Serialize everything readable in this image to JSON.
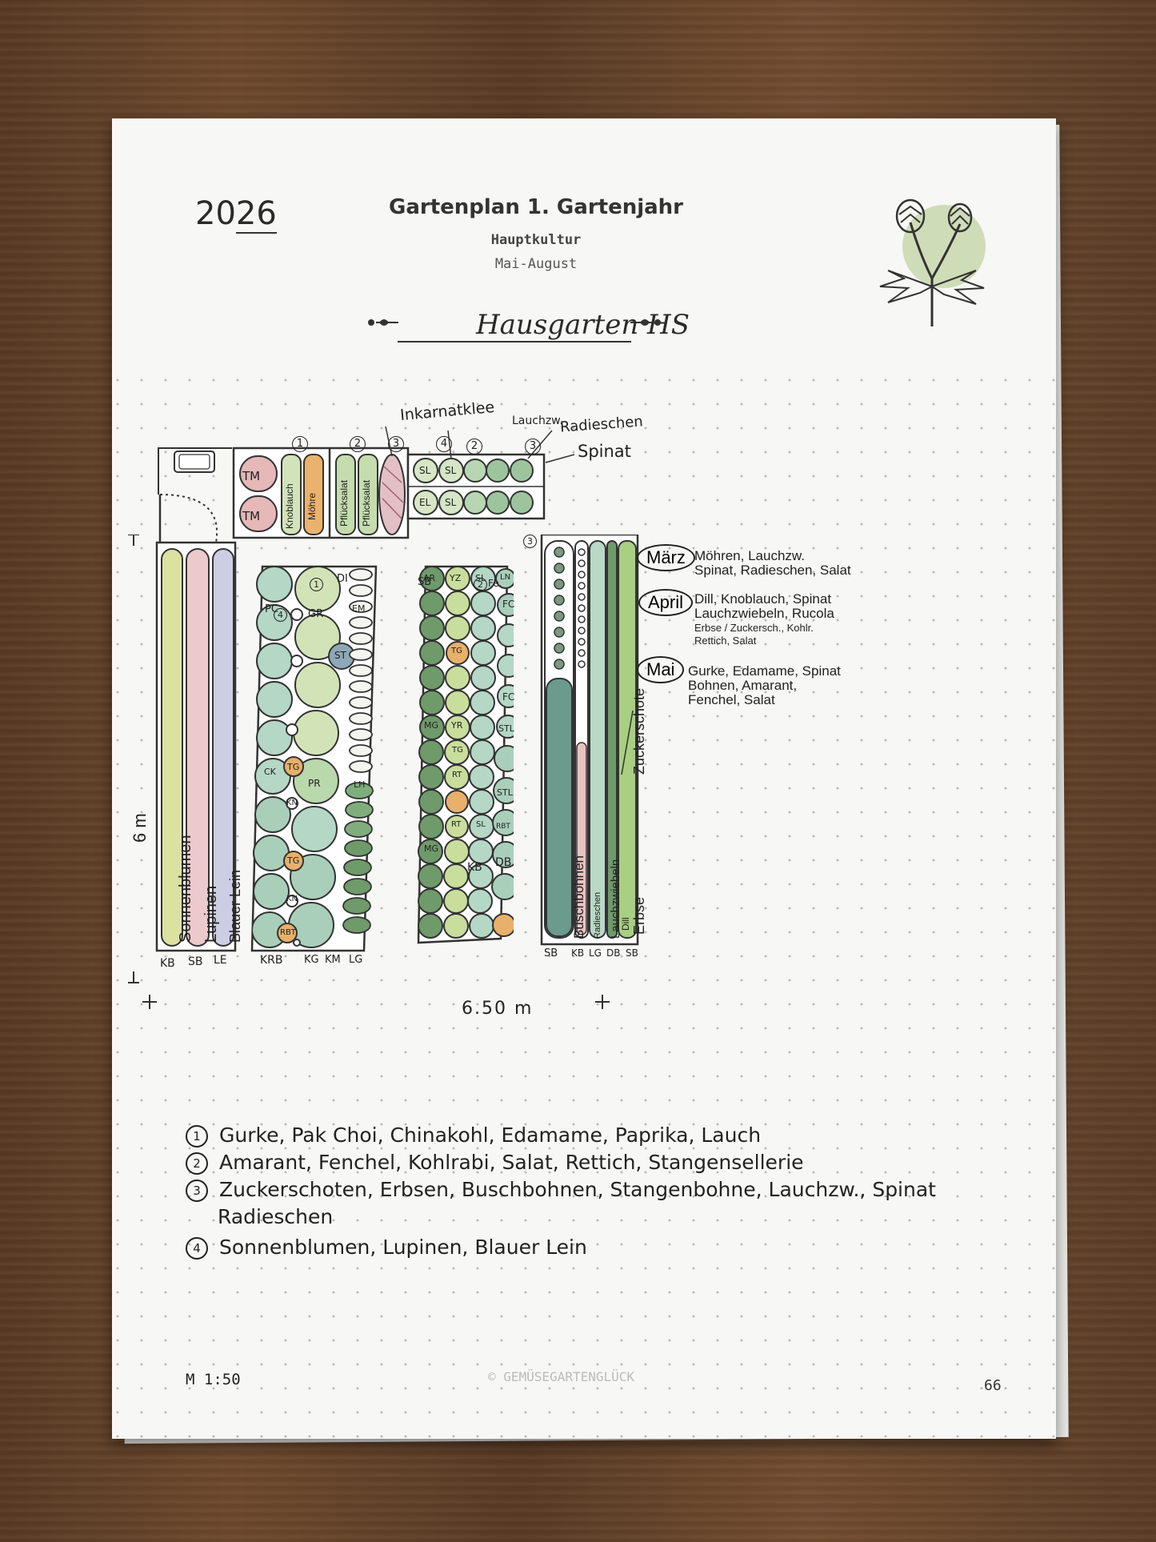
{
  "header": {
    "year_prefix": "20",
    "year_suffix": "26",
    "title": "Gartenplan 1. Gartenjahr",
    "subtitle": "Hauptkultur",
    "period": "Mai-August",
    "garden_name": "Hausgarten HS"
  },
  "top_labels": {
    "inkarnatklee": "Inkarnatklee",
    "lauchzw": "Lauchzw.",
    "radieschen": "Radieschen",
    "spinat": "Spinat"
  },
  "top_beds": {
    "b1_nums": [
      "1",
      "2",
      "3",
      "4",
      "2",
      "3"
    ],
    "tm": "TM",
    "knoblauch": "Knoblauch",
    "moehre": "Möhre",
    "pfluecksalat_a": "Pflücksalat",
    "pfluecksalat_b": "Pflücksalat",
    "sl": "SL",
    "el": "EL"
  },
  "bed1": {
    "num": "1",
    "top_left": "PC",
    "top_mid": "GR",
    "top_right": "EM",
    "di": "DI",
    "sb": "SB",
    "marks": [
      "ST",
      "TG",
      "PR",
      "LH",
      "CK",
      "KN",
      "TG",
      "KN",
      "RBT"
    ],
    "bottom": [
      "KRB",
      "KG",
      "KM",
      "LG"
    ]
  },
  "bed2": {
    "num": "2",
    "fe": "Fe.",
    "top": [
      "AR",
      "YZ",
      "SL",
      "LN",
      "FC"
    ],
    "marks": [
      "TG",
      "FC",
      "MG",
      "YR",
      "STL",
      "TG",
      "RT",
      "STL",
      "RT",
      "SL",
      "RBT",
      "MG"
    ],
    "bottom": [
      "KB",
      "DB"
    ]
  },
  "bed3": {
    "num": "3",
    "strips": [
      "Buschbohnen",
      "Radieschen",
      "Lauchzwiebeln",
      "Dill",
      "Erbse",
      "Zuckerschote"
    ],
    "bottom": [
      "SB",
      "KB",
      "LG",
      "DB",
      "SB"
    ]
  },
  "bed4": {
    "num": "4",
    "strips": [
      "Sonnenblumen",
      "Lupinen",
      "Blauer Lein"
    ],
    "bottom": [
      "KB",
      "SB",
      "LE"
    ]
  },
  "dims": {
    "height": "6 m",
    "width": "6.50 m"
  },
  "schedule": [
    {
      "month": "März",
      "lines": [
        "Möhren, Lauchzw.",
        "Spinat, Radieschen, Salat"
      ]
    },
    {
      "month": "April",
      "lines": [
        "Dill, Knoblauch, Spinat",
        "Lauchzwiebeln, Rucola",
        "Erbse / Zuckersch., Kohlr.",
        "Rettich, Salat"
      ]
    },
    {
      "month": "Mai",
      "lines": [
        "Gurke, Edamame, Spinat",
        "Bohnen, Amarant,",
        "Fenchel, Salat"
      ]
    }
  ],
  "legend": [
    {
      "num": "1",
      "text": "Gurke, Pak Choi, Chinakohl, Edamame, Paprika, Lauch"
    },
    {
      "num": "2",
      "text": "Amarant, Fenchel, Kohlrabi, Salat, Rettich, Stangensellerie"
    },
    {
      "num": "3",
      "text": "Zuckerschoten, Erbsen, Buschbohnen, Stangenbohne, Lauchzw., Spinat"
    },
    {
      "num": "",
      "text": "Radieschen"
    },
    {
      "num": "4",
      "text": "Sonnenblumen, Lupinen, Blauer Lein"
    }
  ],
  "footer": {
    "scale": "M 1:50",
    "copyright": "© GEMÜSEGARTENGLÜCK",
    "page": "66"
  },
  "colors": {
    "pale_green": "#c7dcae",
    "mint": "#b9d9c6",
    "dark_green": "#6f9a6a",
    "pink": "#e9c2c2",
    "orange": "#e8b06a",
    "lilac": "#c9c9e3",
    "yellow_green": "#dbe2a0",
    "teal": "#6b9b8d"
  }
}
